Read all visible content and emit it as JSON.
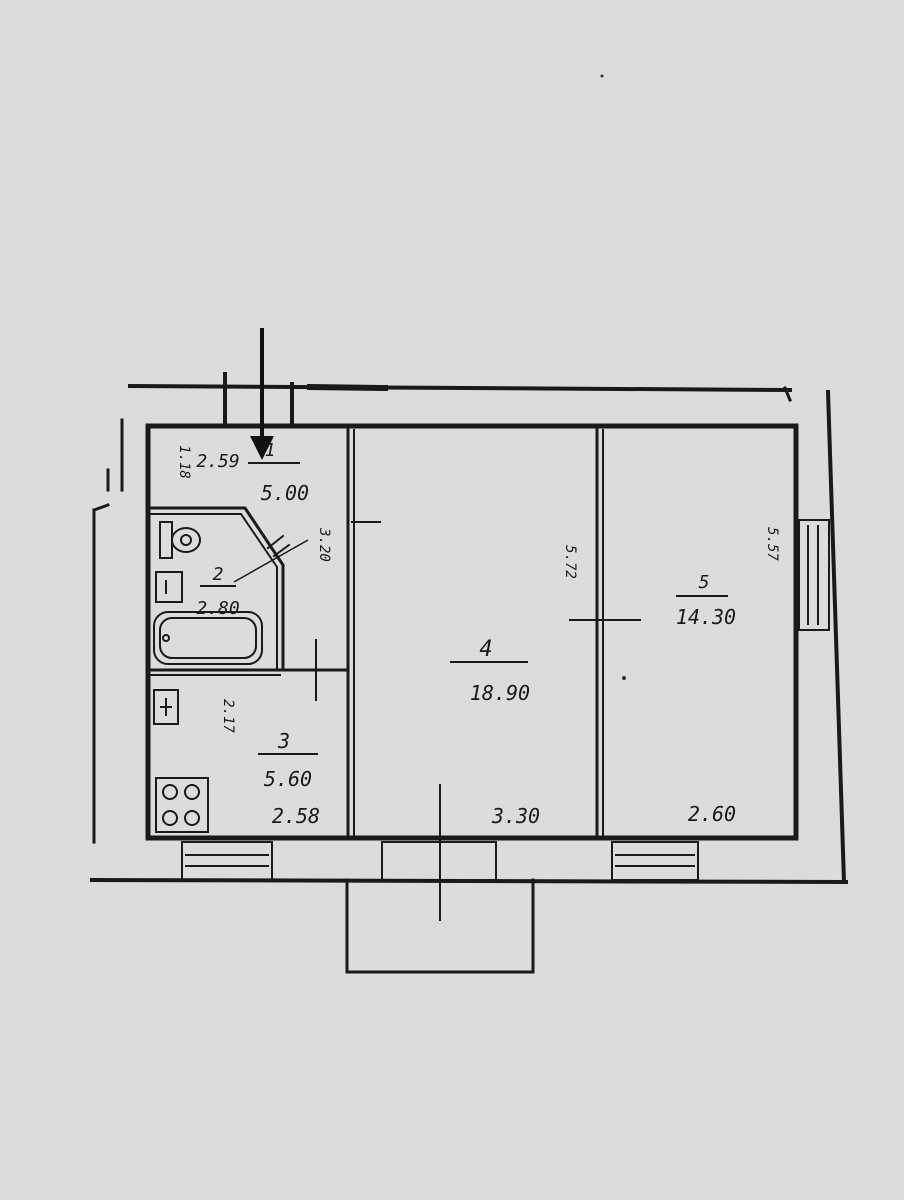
{
  "rooms": [
    {
      "number": "1",
      "area": "5.00",
      "width": "2.59",
      "height": "1.18"
    },
    {
      "number": "2",
      "area": "2.80",
      "dim": "3.20"
    },
    {
      "number": "3",
      "area": "5.60",
      "width": "2.58",
      "height": "2.17"
    },
    {
      "number": "4",
      "area": "18.90",
      "width": "3.30",
      "height": "5.72"
    },
    {
      "number": "5",
      "area": "14.30",
      "width": "2.60",
      "height": "5.57"
    }
  ],
  "colors": {
    "paper": "#dcdcdb",
    "ink": "#1a1a1a"
  }
}
